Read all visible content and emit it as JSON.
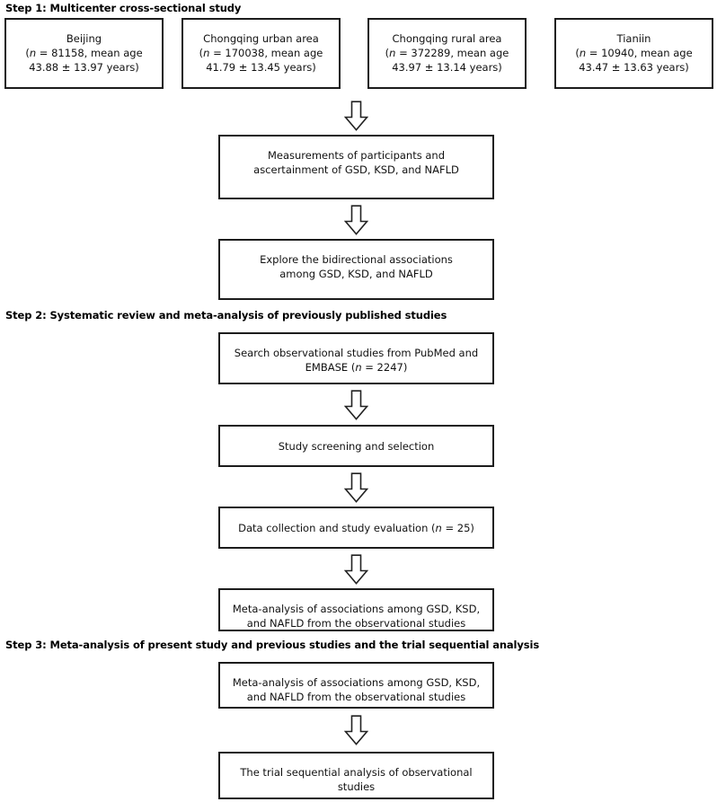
{
  "figure": {
    "type": "flowchart",
    "orientation": "vertical",
    "colors": {
      "box_border": "#1c1c1c",
      "box_fill": "#ffffff",
      "arrow_outline": "#222222",
      "arrow_fill": "#ffffff",
      "text": "#111111",
      "heading_text": "#000000"
    }
  },
  "steps": {
    "step1": {
      "heading": "Step 1: Multicenter cross-sectional study",
      "cohorts": [
        {
          "site": "Beijing",
          "detail_line1": "(n = 81158, mean age",
          "detail_line2": "43.88 ± 13.97 years)",
          "n": 81158,
          "mean_age": 43.88,
          "age_sd": 13.97
        },
        {
          "site": "Chongqing urban area",
          "detail_line1": "(n = 170038, mean age",
          "detail_line2": "41.79 ± 13.45 years)",
          "n": 170038,
          "mean_age": 41.79,
          "age_sd": 13.45
        },
        {
          "site": "Chongqing rural area",
          "detail_line1": "(n = 372289, mean age",
          "detail_line2": "43.97 ± 13.14 years)",
          "n": 372289,
          "mean_age": 43.97,
          "age_sd": 13.14
        },
        {
          "site": "Tianiin",
          "detail_line1": "(n = 10940, mean age",
          "detail_line2": "43.47 ± 13.63 years)",
          "n": 10940,
          "mean_age": 43.47,
          "age_sd": 13.63
        }
      ],
      "nodes": [
        "Measurements of participants and\nascertainment of GSD, KSD, and NAFLD",
        "Explore the bidirectional associations\namong GSD, KSD, and NAFLD"
      ]
    },
    "step2": {
      "heading": "Step 2: Systematic review and meta-analysis of previously published studies",
      "nodes": [
        "Search observational studies from PubMed and\nEMBASE (n = 2247)",
        "Study screening and selection",
        "Data collection and study evaluation (n = 25)",
        "Meta-analysis of associations among GSD, KSD,\nand NAFLD from the observational studies"
      ]
    },
    "step3": {
      "heading": "Step 3: Meta-analysis of present study and previous studies and the trial sequential analysis",
      "nodes": [
        "Meta-analysis of associations among GSD, KSD,\nand NAFLD from the observational studies",
        "The trial sequential analysis of observational\nstudies"
      ]
    }
  }
}
